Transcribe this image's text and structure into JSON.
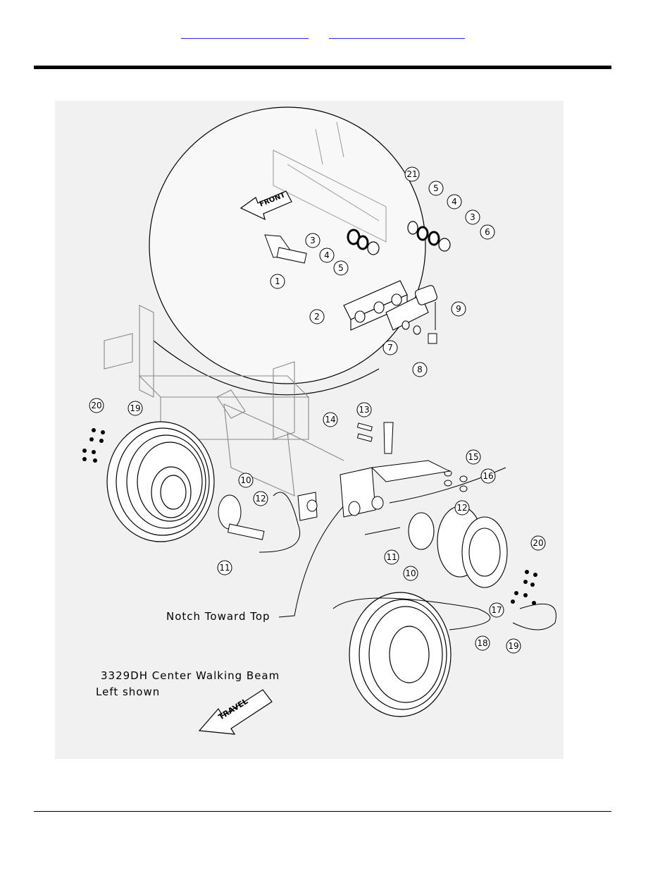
{
  "header": {
    "links": [
      "",
      ""
    ]
  },
  "figure": {
    "note_notch": "Notch Toward Top",
    "caption_line1": "3329DH Center Walking Beam",
    "caption_line2": "Left shown",
    "arrow_front": "FRONT",
    "arrow_travel": "TRAVEL",
    "callouts": [
      "1",
      "2",
      "3",
      "3",
      "4",
      "4",
      "5",
      "5",
      "6",
      "7",
      "8",
      "9",
      "10",
      "10",
      "11",
      "11",
      "12",
      "12",
      "13",
      "14",
      "15",
      "16",
      "17",
      "18",
      "19",
      "19",
      "20",
      "20",
      "21"
    ]
  }
}
